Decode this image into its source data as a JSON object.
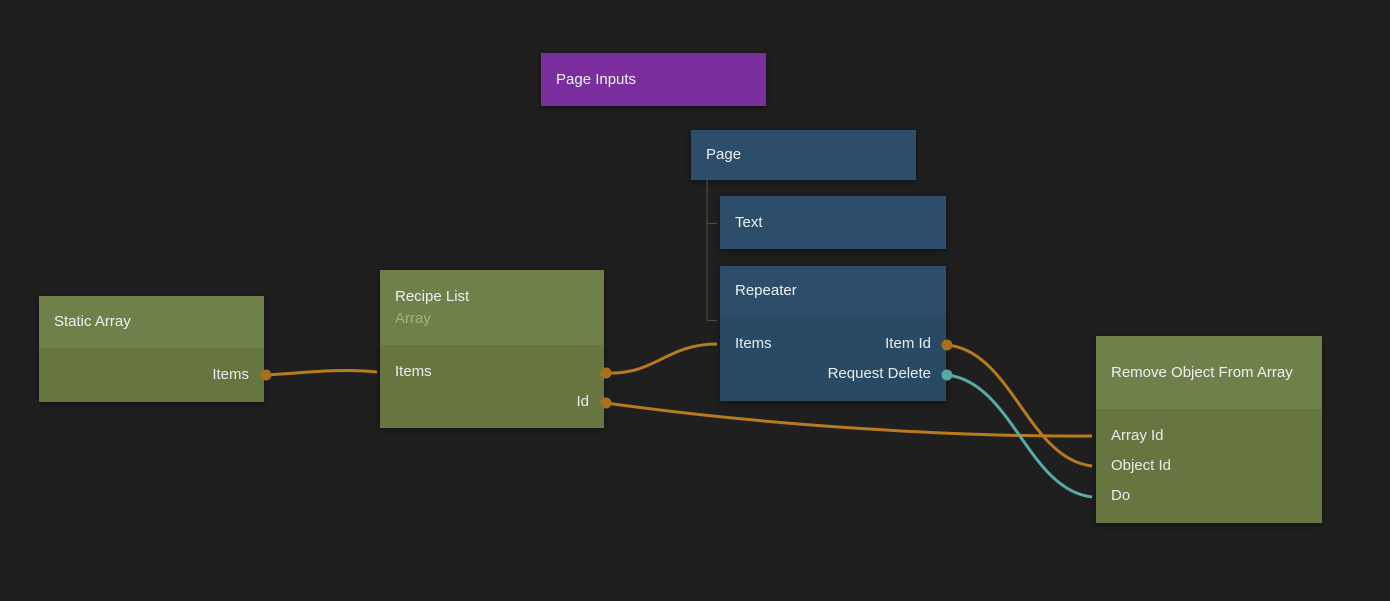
{
  "colors": {
    "canvas_background": "#1f1f1f",
    "component_node_purple": "#7b2f9e",
    "visual_node_blue_header": "#2c4e6b",
    "visual_node_blue_body": "#284a64",
    "data_node_green_header": "#70804a",
    "data_node_green_body": "#677641",
    "wire_orange": "#b77a1e",
    "wire_teal": "#58aaa5",
    "hierarchy_line_gray": "#4b4b4b"
  },
  "nodes": {
    "page_inputs": {
      "title": "Page Inputs"
    },
    "page": {
      "title": "Page"
    },
    "text": {
      "title": "Text"
    },
    "repeater": {
      "title": "Repeater",
      "input_ports": {
        "items": "Items"
      },
      "output_ports": {
        "item_id": "Item Id",
        "request_delete": "Request Delete"
      }
    },
    "static_array": {
      "title": "Static Array",
      "output_ports": {
        "items": "Items"
      }
    },
    "recipe_list": {
      "title": "Recipe List",
      "subtitle": "Array",
      "input_ports": {
        "items": "Items"
      },
      "output_ports": {
        "id": "Id"
      }
    },
    "remove_object_from_array": {
      "title": "Remove Object From Array",
      "input_ports": {
        "array_id": "Array Id",
        "object_id": "Object Id",
        "do": "Do"
      }
    }
  },
  "connections": [
    {
      "from": "Static Array / Items",
      "to": "Recipe List / Items",
      "color": "#b77a1e"
    },
    {
      "from": "Recipe List / Items",
      "to": "Repeater / Items",
      "color": "#b77a1e"
    },
    {
      "from": "Recipe List / Id",
      "to": "Remove Object From Array / Array Id",
      "color": "#b77a1e"
    },
    {
      "from": "Repeater / Item Id",
      "to": "Remove Object From Array / Object Id",
      "color": "#b77a1e"
    },
    {
      "from": "Repeater / Request Delete",
      "to": "Remove Object From Array / Do",
      "color": "#58aaa5"
    }
  ],
  "hierarchy": {
    "parent": "Page",
    "children": [
      "Text",
      "Repeater"
    ]
  }
}
